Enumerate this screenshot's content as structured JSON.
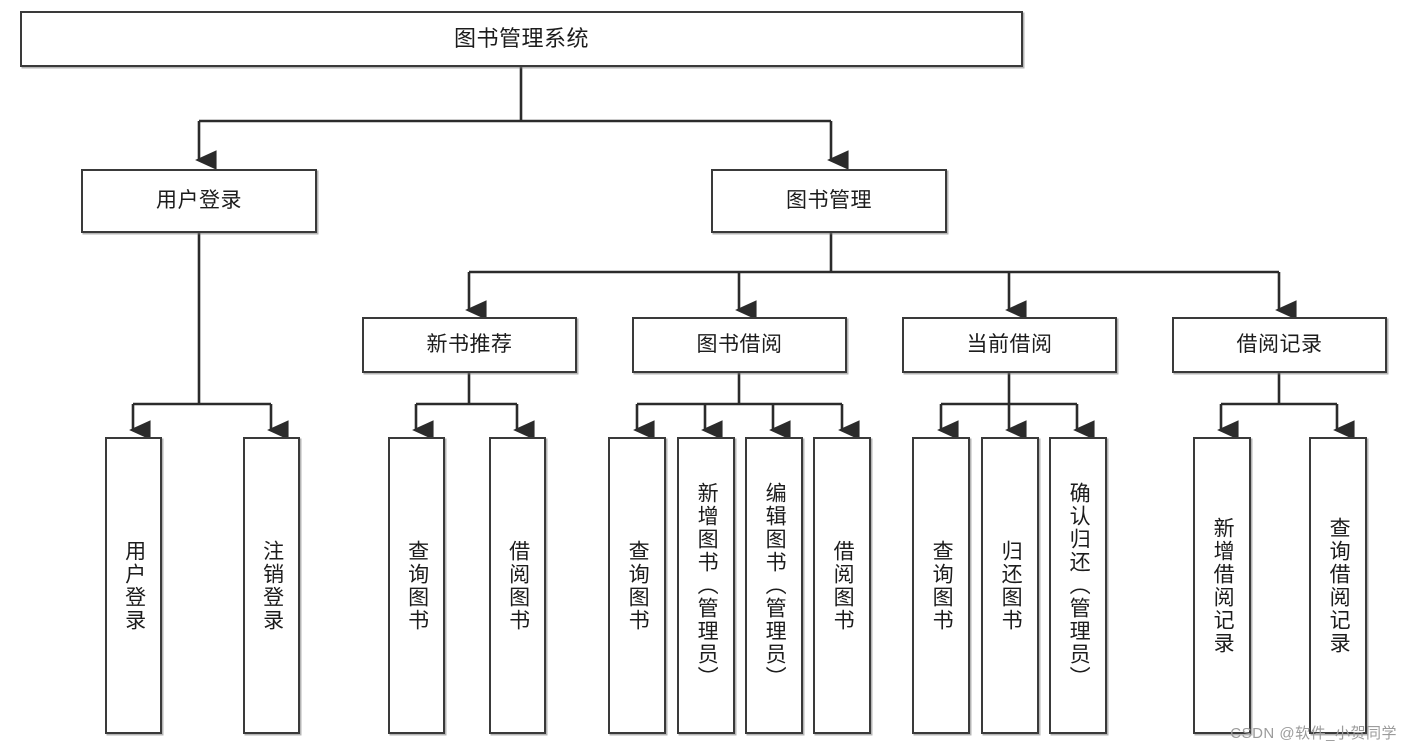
{
  "diagram": {
    "title": "图书管理系统",
    "type": "tree-hierarchy-diagram",
    "watermark": "CSDN @软件_小贺同学",
    "colors": {
      "box_border": "#3a3a3a",
      "box_fill": "#ffffff",
      "edge": "#2b2b2b",
      "text": "#1c1c1c",
      "watermark": "#9b9b9b"
    },
    "root": {
      "label": "图书管理系统"
    },
    "level2": [
      {
        "label": "用户登录"
      },
      {
        "label": "图书管理"
      }
    ],
    "level3": [
      {
        "label": "新书推荐"
      },
      {
        "label": "图书借阅"
      },
      {
        "label": "当前借阅"
      },
      {
        "label": "借阅记录"
      }
    ],
    "leaves": {
      "user_login": [
        {
          "label": "用户登录"
        },
        {
          "label": "注销登录"
        }
      ],
      "new_book_recommend": [
        {
          "label": "查询图书"
        },
        {
          "label": "借阅图书"
        }
      ],
      "book_borrow": [
        {
          "label": "查询图书"
        },
        {
          "label": "新增图书（管理员）"
        },
        {
          "label": "编辑图书（管理员）"
        },
        {
          "label": "借阅图书"
        }
      ],
      "current_borrow": [
        {
          "label": "查询图书"
        },
        {
          "label": "归还图书"
        },
        {
          "label": "确认归还（管理员）"
        }
      ],
      "borrow_record": [
        {
          "label": "新增借阅记录"
        },
        {
          "label": "查询借阅记录"
        }
      ]
    }
  }
}
